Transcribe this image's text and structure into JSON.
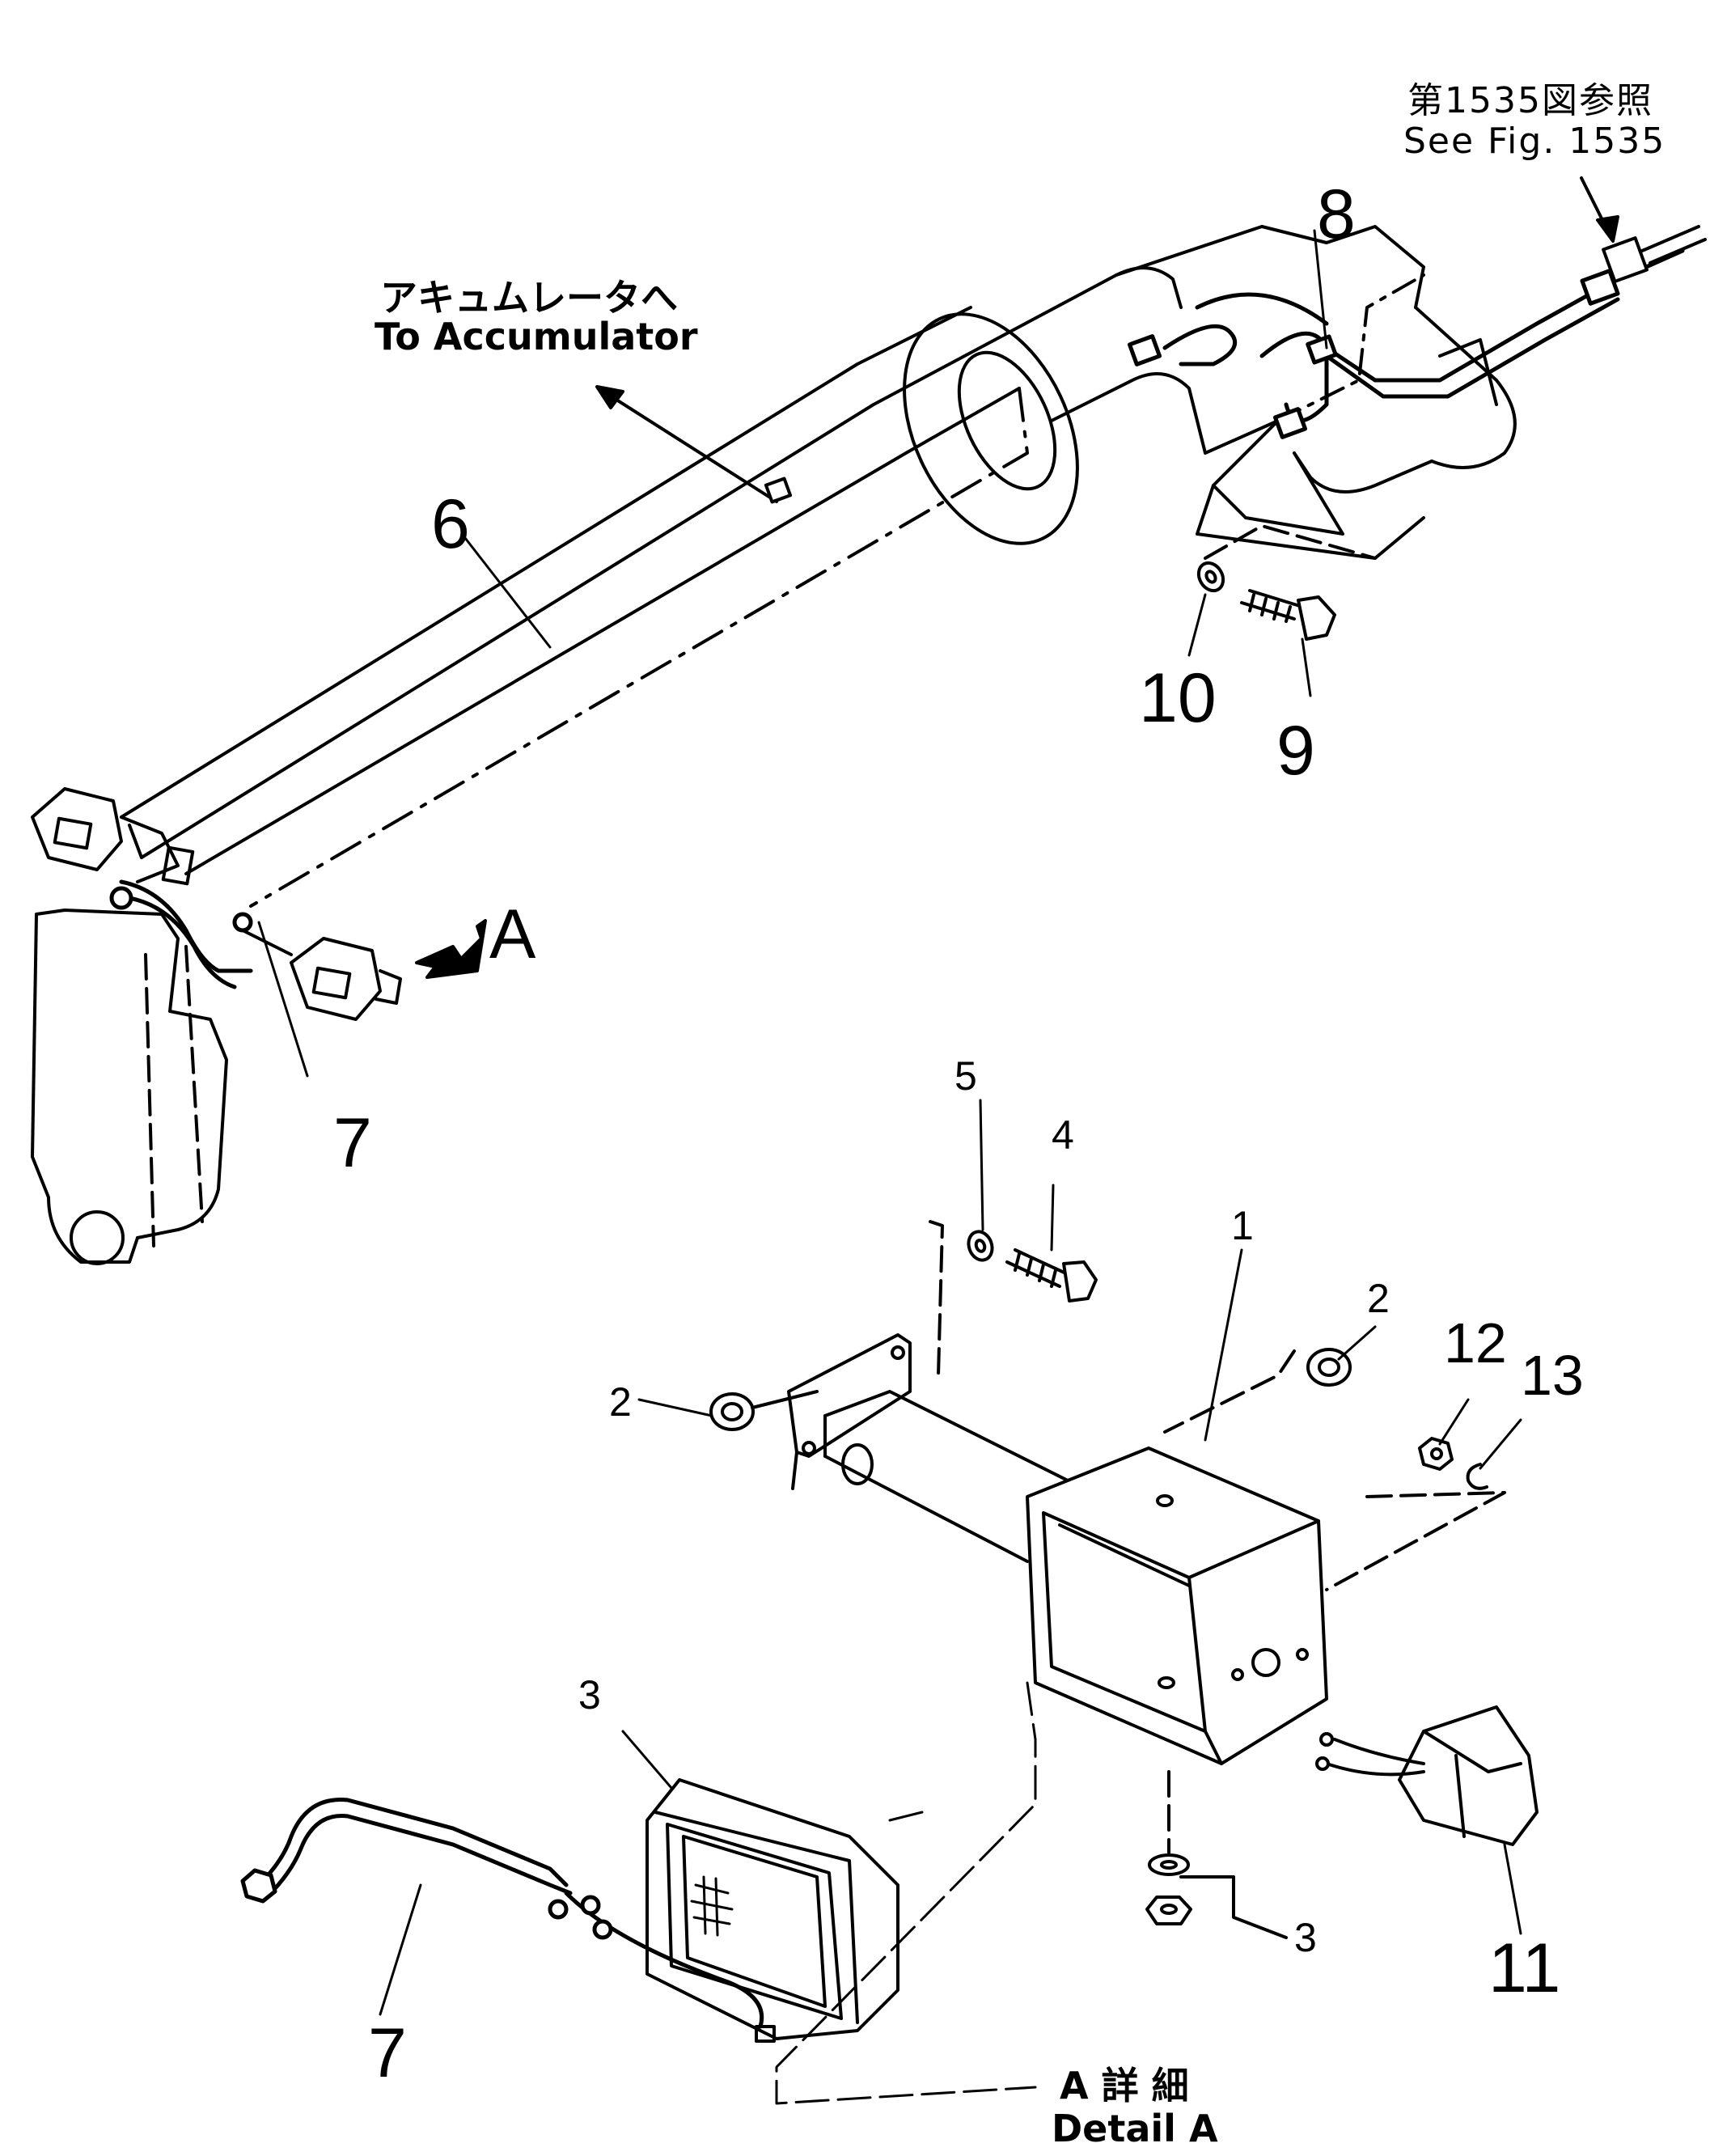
{
  "notes": {
    "ref_jp": "第1535図参照",
    "ref_en": "See Fig. 1535",
    "accum_jp": "アキュムレータへ",
    "accum_en": "To Accumulator",
    "view_letter": "A",
    "detail_jp": "A 詳 細",
    "detail_en": "Detail A"
  },
  "callouts": {
    "p1": "1",
    "p2a": "2",
    "p2b": "2",
    "p3a": "3",
    "p3b": "3",
    "p4": "4",
    "p5": "5",
    "p6": "6",
    "p7a": "7",
    "p7b": "7",
    "p8": "8",
    "p9": "9",
    "p10": "10",
    "p11": "11",
    "p12": "12",
    "p13": "13"
  },
  "colors": {
    "ink": "#000000",
    "paper": "#ffffff"
  }
}
